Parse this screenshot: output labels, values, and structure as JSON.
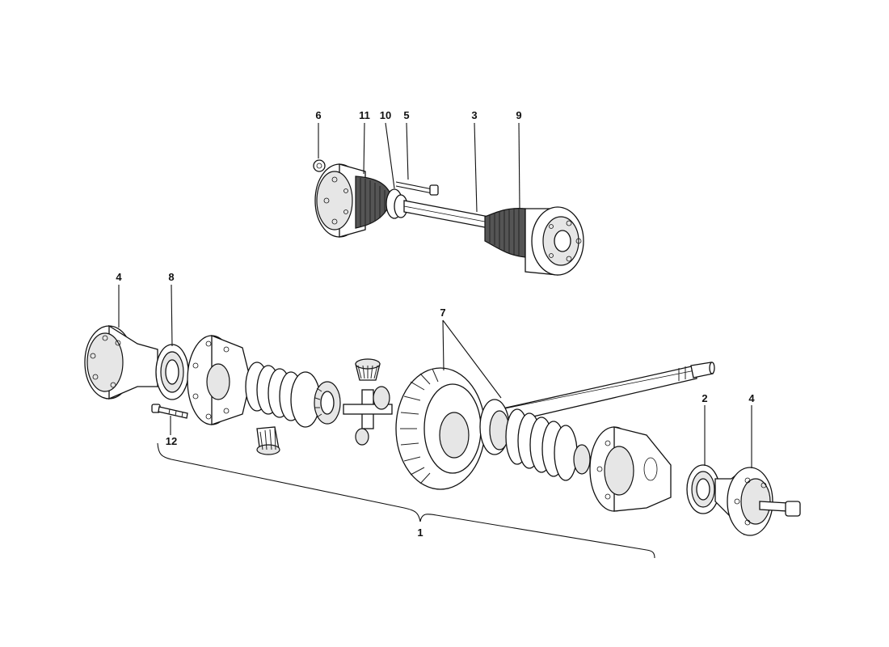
{
  "callouts": {
    "c6": "6",
    "c11": "11",
    "c10": "10",
    "c5": "5",
    "c3": "3",
    "c9": "9",
    "c4_left": "4",
    "c8": "8",
    "c7": "7",
    "c12": "12",
    "c2": "2",
    "c4_right": "4",
    "c1": "1"
  }
}
